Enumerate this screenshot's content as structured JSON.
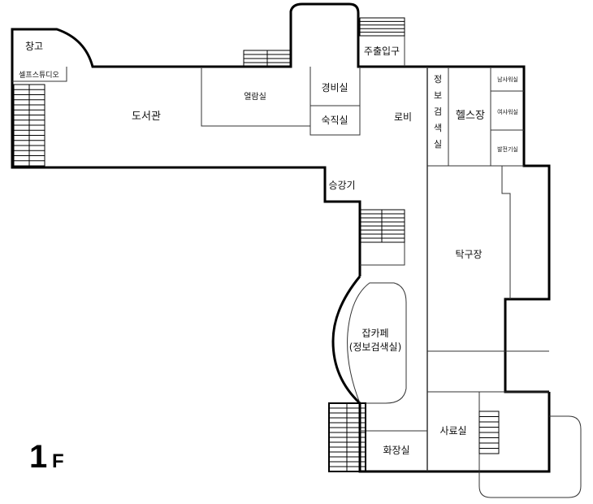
{
  "floor": {
    "number": "1",
    "suffix": "F"
  },
  "rooms": {
    "storage": "창고",
    "self_studio": "셀프스튜디오",
    "library": "도서관",
    "reading_room": "열람실",
    "security_office": "경비실",
    "night_duty_room": "숙직실",
    "main_entrance": "주출입구",
    "lobby": "로비",
    "info_search": [
      "정",
      "보",
      "검",
      "색",
      "실"
    ],
    "fitness": "헬스장",
    "mens_locker": "남샤워실",
    "womens_locker": "여샤워실",
    "generator_room": "발전기실",
    "elevator": "승강기",
    "table_tennis": "탁구장",
    "cafe_line1": "잡카페",
    "cafe_line2": "(정보검색실)",
    "archive": "사료실",
    "restroom": "화장실"
  },
  "colors": {
    "wall": "#000000",
    "line": "#333333",
    "background": "#ffffff"
  }
}
